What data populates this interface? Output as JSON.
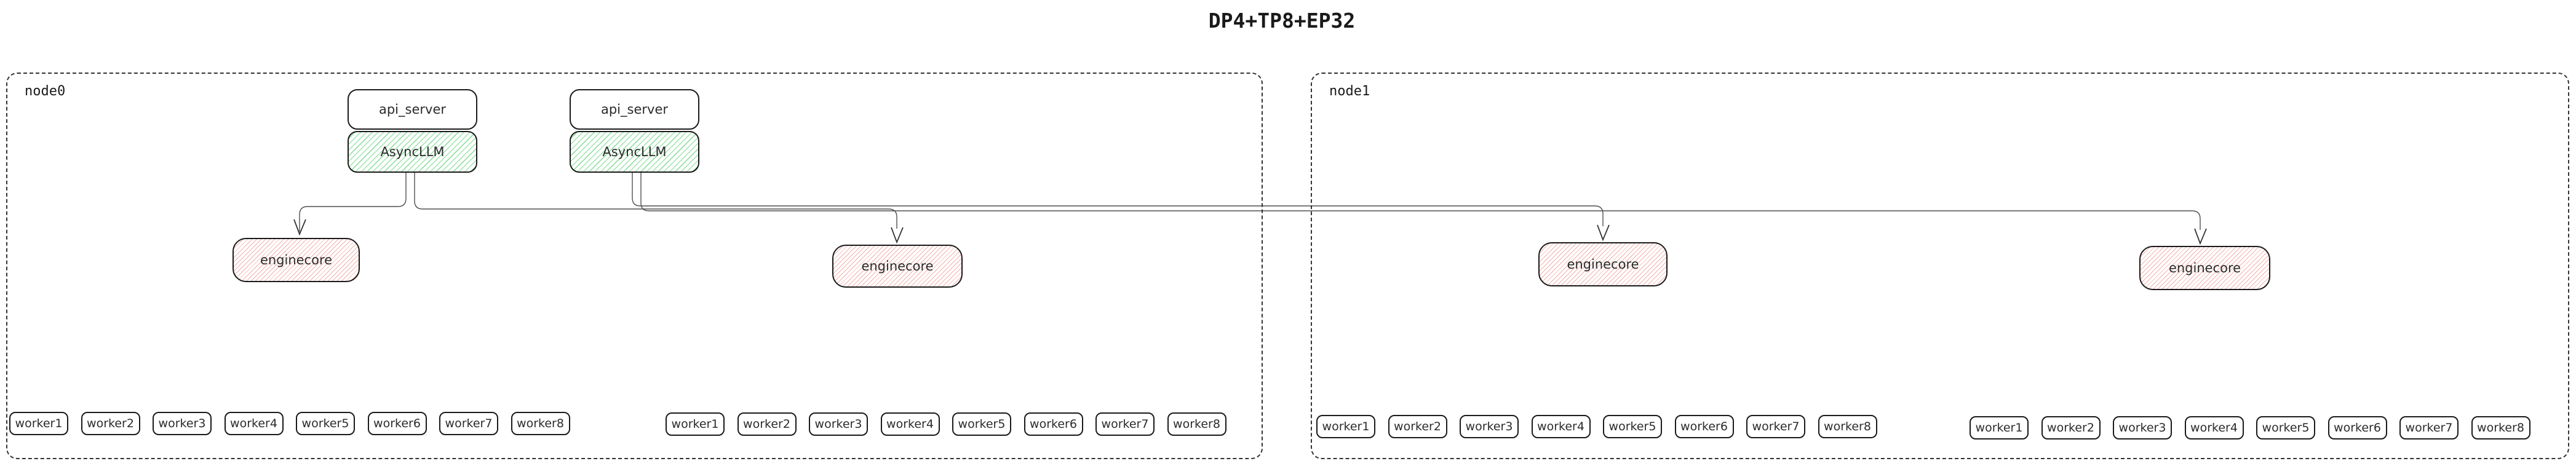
{
  "title": "DP4+TP8+EP32",
  "nodes": {
    "node0": {
      "label": "node0"
    },
    "node1": {
      "label": "node1"
    }
  },
  "server_stacks": [
    {
      "api_server": "api_server",
      "async_llm": "AsyncLLM"
    },
    {
      "api_server": "api_server",
      "async_llm": "AsyncLLM"
    }
  ],
  "enginecores": [
    "enginecore",
    "enginecore",
    "enginecore",
    "enginecore"
  ],
  "worker_groups": [
    [
      "worker1",
      "worker2",
      "worker3",
      "worker4",
      "worker5",
      "worker6",
      "worker7",
      "worker8"
    ],
    [
      "worker1",
      "worker2",
      "worker3",
      "worker4",
      "worker5",
      "worker6",
      "worker7",
      "worker8"
    ],
    [
      "worker1",
      "worker2",
      "worker3",
      "worker4",
      "worker5",
      "worker6",
      "worker7",
      "worker8"
    ],
    [
      "worker1",
      "worker2",
      "worker3",
      "worker4",
      "worker5",
      "worker6",
      "worker7",
      "worker8"
    ]
  ],
  "colors": {
    "box_border": "#1a1a1a",
    "node_border_dashed": "#333333",
    "edge_line": "#4f4f4f",
    "green_hatch": "#6ad680",
    "red_hatch": "#ee968e",
    "text": "#2b2b2b"
  }
}
